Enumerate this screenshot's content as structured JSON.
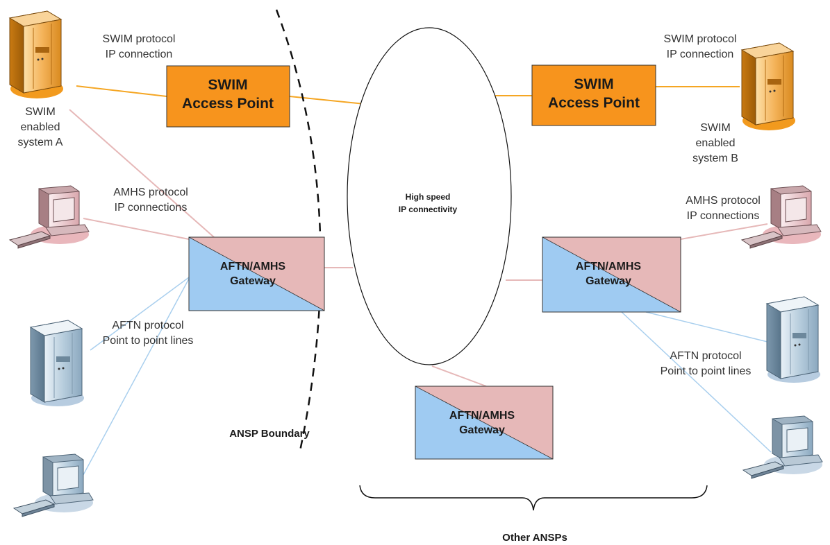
{
  "labels": {
    "swim_protocol_left_1": "SWIM protocol",
    "swim_protocol_left_2": "IP connection",
    "swim_protocol_right_1": "SWIM protocol",
    "swim_protocol_right_2": "IP connection",
    "system_a_1": "SWIM",
    "system_a_2": "enabled",
    "system_a_3": "system A",
    "system_b_1": "SWIM",
    "system_b_2": "enabled",
    "system_b_3": "system B",
    "amhs_left_1": "AMHS protocol",
    "amhs_left_2": "IP connections",
    "amhs_right_1": "AMHS protocol",
    "amhs_right_2": "IP connections",
    "aftn_left_1": "AFTN protocol",
    "aftn_left_2": "Point to point lines",
    "aftn_right_1": "AFTN protocol",
    "aftn_right_2": "Point to point lines",
    "cloud_1": "High speed",
    "cloud_2": "IP connectivity",
    "ansp_boundary": "ANSP Boundary",
    "other_ansps": "Other ANSPs"
  },
  "boxes": {
    "swim_ap_left_1": "SWIM",
    "swim_ap_left_2": "Access Point",
    "swim_ap_right_1": "SWIM",
    "swim_ap_right_2": "Access Point",
    "gw_left_1": "AFTN/AMHS",
    "gw_left_2": "Gateway",
    "gw_right_1": "AFTN/AMHS",
    "gw_right_2": "Gateway",
    "gw_bottom_1": "AFTN/AMHS",
    "gw_bottom_2": "Gateway"
  },
  "colors": {
    "swim_orange": "#f7941d",
    "gateway_blue": "#9fcbf2",
    "gateway_pink": "#e6b8b8",
    "link_pink": "#e6b8b8",
    "link_blue": "#a9cfee",
    "link_orange": "#f5a623"
  },
  "icons": [
    "server-orange-icon",
    "server-blue-icon",
    "workstation-pink-icon",
    "workstation-blue-icon"
  ]
}
